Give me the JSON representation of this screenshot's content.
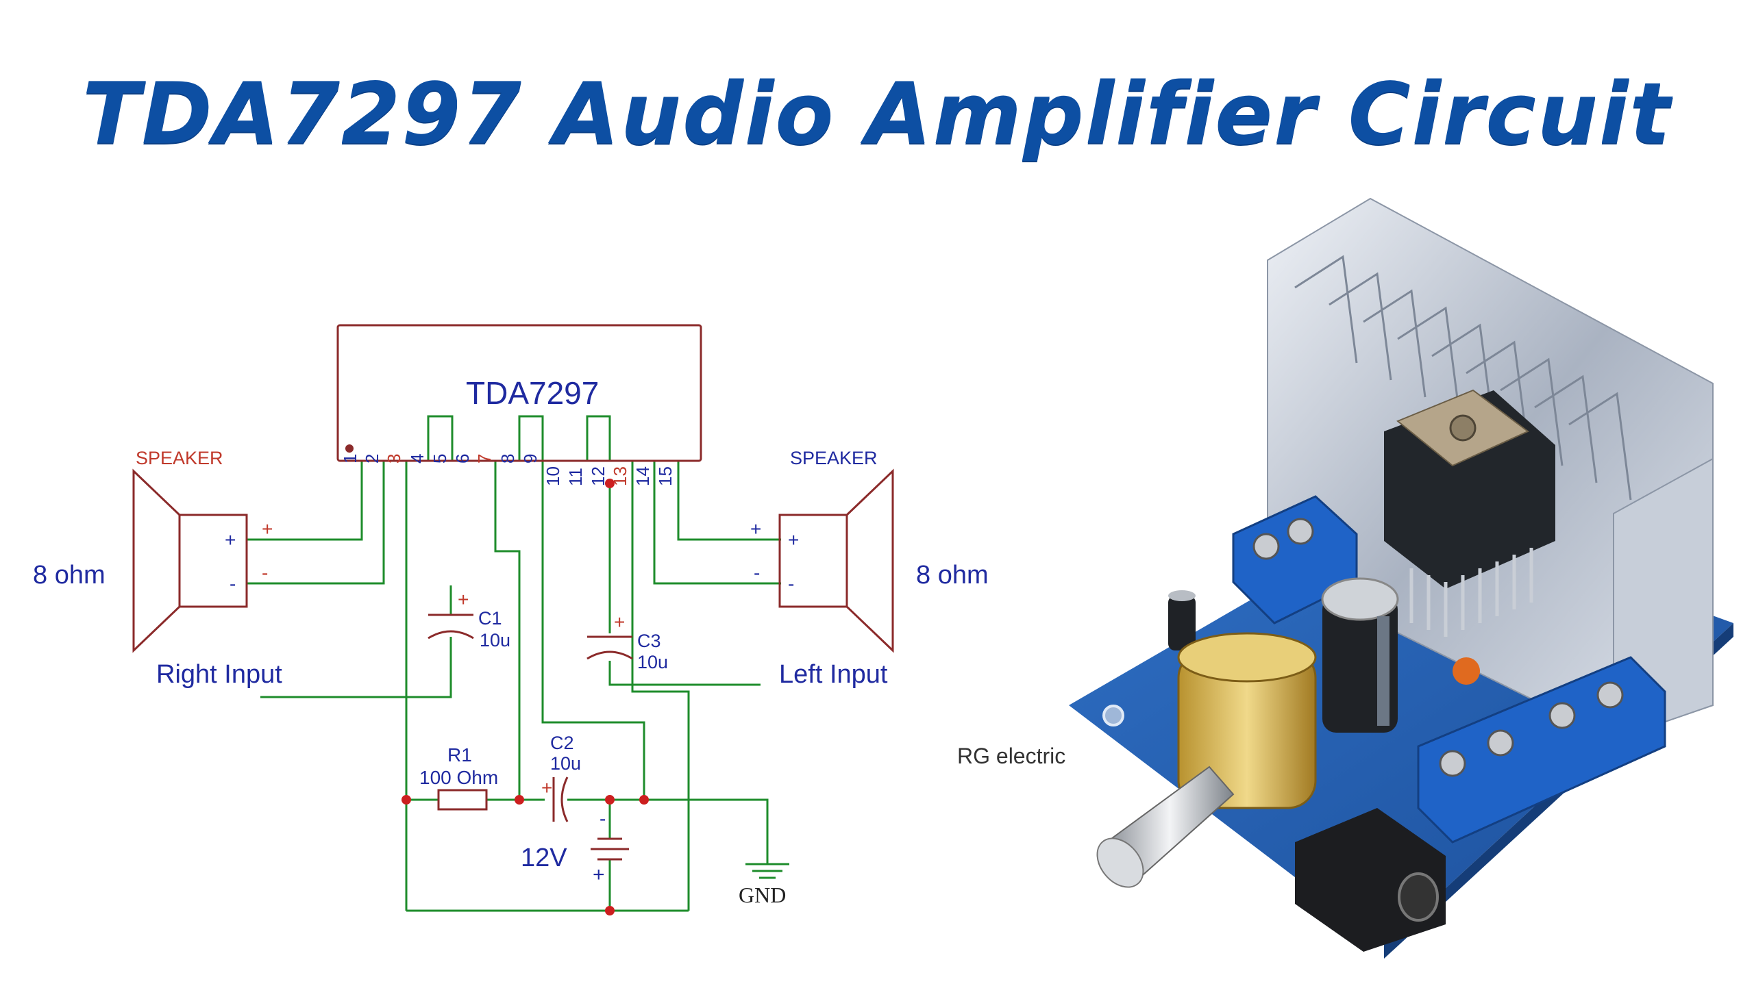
{
  "title": "TDA7297 Audio Amplifier Circuit",
  "credit": "RG electric",
  "colors": {
    "title": "#0d4fa3",
    "wire": "#1e8c2b",
    "component": "#8b2a2a",
    "label_blue": "#1f2aa0",
    "label_red": "#c0392b",
    "junction": "#cc1f1f"
  },
  "schematic": {
    "ic_label": "TDA7297",
    "pins": [
      "1",
      "2",
      "3",
      "4",
      "5",
      "6",
      "7",
      "8",
      "9",
      "10",
      "11",
      "12",
      "13",
      "14",
      "15"
    ],
    "speaker_left": {
      "label": "SPEAKER",
      "impedance": "8 ohm",
      "plus": "+",
      "minus": "-"
    },
    "speaker_right": {
      "label": "SPEAKER",
      "impedance": "8 ohm",
      "plus": "+",
      "minus": "-"
    },
    "right_input": "Right Input",
    "left_input": "Left Input",
    "c1": {
      "name": "C1",
      "value": "10u",
      "polarity": "+"
    },
    "c2": {
      "name": "C2",
      "value": "10u",
      "polarity": "+"
    },
    "c3": {
      "name": "C3",
      "value": "10u",
      "polarity": "+"
    },
    "r1": {
      "name": "R1",
      "value": "100 Ohm"
    },
    "battery": {
      "label": "12V",
      "plus": "+",
      "minus": "-"
    },
    "ground": "GND"
  },
  "board_icons": [
    "heatsink",
    "tda7297-chip",
    "screw-terminal-input",
    "screw-terminal-output",
    "electrolytic-capacitor",
    "potentiometer",
    "audio-jack"
  ]
}
